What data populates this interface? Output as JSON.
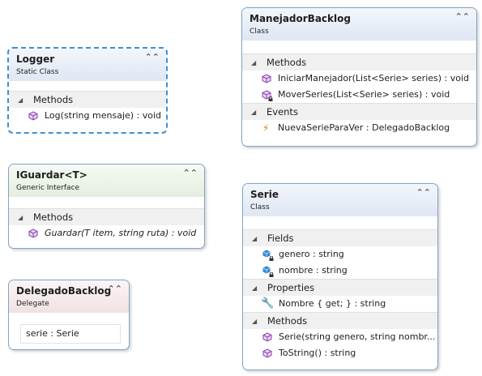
{
  "logger": {
    "title": "Logger",
    "stereotype": "Static Class",
    "section": "Methods",
    "methods": [
      "Log(string mensaje) : void"
    ]
  },
  "iguardar": {
    "title": "IGuardar<T>",
    "stereotype": "Generic Interface",
    "section": "Methods",
    "methods": [
      "Guardar(T item, string ruta) : void"
    ]
  },
  "delegado": {
    "title": "DelegadoBacklog",
    "stereotype": "Delegate",
    "param": "serie : Serie"
  },
  "manejador": {
    "title": "ManejadorBacklog",
    "stereotype": "Class",
    "methods_section": "Methods",
    "methods": [
      "IniciarManejador(List<Serie> series) : void",
      "MoverSeries(List<Serie> series) : void"
    ],
    "events_section": "Events",
    "events": [
      "NuevaSerieParaVer : DelegadoBacklog"
    ]
  },
  "serie": {
    "title": "Serie",
    "stereotype": "Class",
    "fields_section": "Fields",
    "fields": [
      "genero : string",
      "nombre : string"
    ],
    "properties_section": "Properties",
    "properties": [
      "Nombre { get; } : string"
    ],
    "methods_section": "Methods",
    "methods": [
      "Serie(string genero,  string nombr...",
      "ToString() : string"
    ]
  },
  "colors": {
    "border": "#7fa3c9",
    "selected_border": "#3d8fd6",
    "method_icon": "#8a3fb0",
    "event_icon": "#e07b00",
    "field_icon": "#1f6fb5"
  }
}
